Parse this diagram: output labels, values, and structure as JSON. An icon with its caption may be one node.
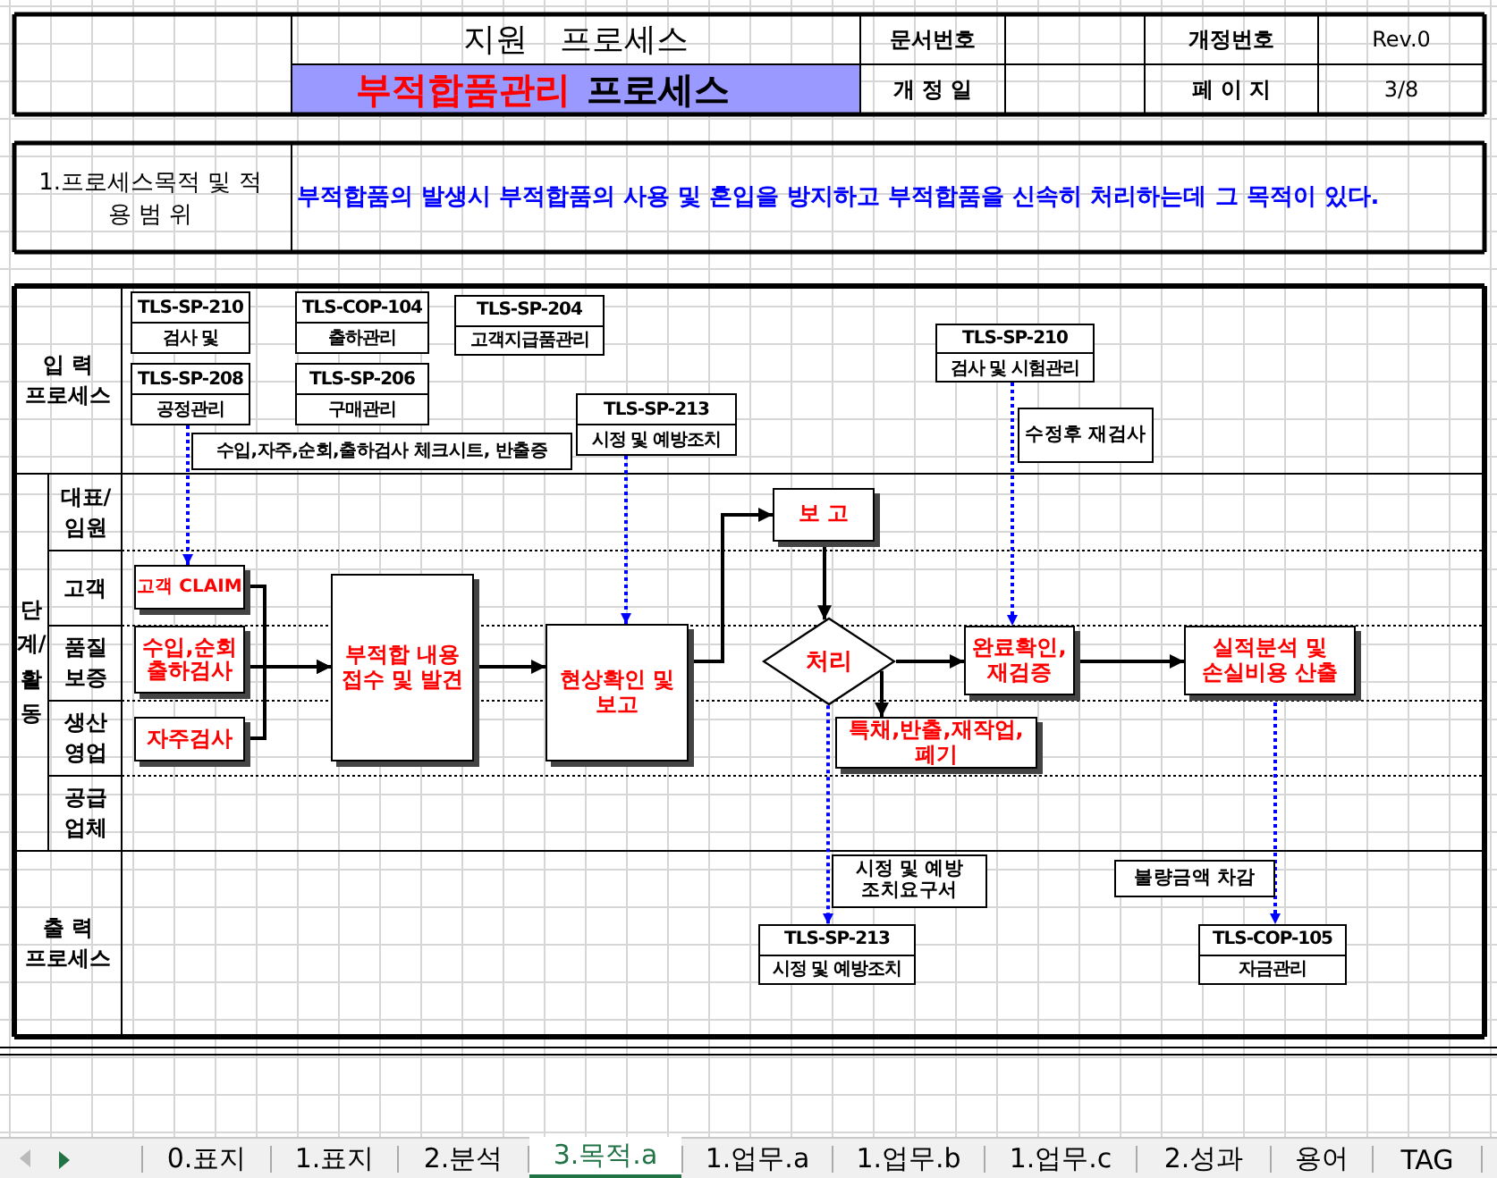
{
  "diagram": {
    "nodes": [
      {
        "text": [
          "TLS-SP-210",
          "검사 및"
        ]
      },
      {
        "text": [
          "TLS-COP-104",
          "출하관리"
        ]
      },
      {
        "text": [
          "TLS-SP-204",
          "고객지급품관리"
        ]
      },
      {
        "text": [
          "TLS-SP-208",
          "공정관리"
        ]
      },
      {
        "text": [
          "TLS-SP-206",
          "구매관리"
        ]
      },
      {
        "text": [
          "TLS-SP-213",
          "시정 및 예방조치"
        ]
      },
      {
        "text": [
          "수입,자주,순회,출하검사 체크시트, 반출증"
        ]
      },
      {
        "text": [
          "TLS-SP-210",
          "검사 및 시험관리"
        ]
      },
      {
        "text": [
          "수정후 재검사"
        ]
      },
      {
        "text": [
          "고객 CLAIM"
        ]
      },
      {
        "text": [
          "수입,순회 출하검사"
        ]
      },
      {
        "text": [
          "자주검사"
        ]
      },
      {
        "text": [
          "부적합 내용 접수 및 발견"
        ]
      },
      {
        "text": [
          "현상확인 및 보고"
        ]
      },
      {
        "text": [
          "보 고"
        ]
      },
      {
        "text": [
          "처리"
        ]
      },
      {
        "text": [
          "완료확인, 재검증"
        ]
      },
      {
        "text": [
          "실적분석 및 손실비용 산출"
        ]
      },
      {
        "text": [
          "특채,반출,재작업,폐기"
        ]
      },
      {
        "text": [
          "시정 및 예방 조치요구서"
        ]
      },
      {
        "text": [
          "불량금액 차감"
        ]
      },
      {
        "text": [
          "TLS-SP-213",
          "시정 및 예방조치"
        ]
      },
      {
        "text": [
          "TLS-COP-105",
          "자금관리"
        ]
      }
    ],
    "edges": [
      {
        "from": 3,
        "to": 9,
        "arrow": "to",
        "style": "dashed",
        "color": "#0000ff"
      },
      {
        "from": 5,
        "to": 13,
        "arrow": "to",
        "style": "dashed",
        "color": "#0000ff"
      },
      {
        "from": 7,
        "to": 16,
        "arrow": "to",
        "style": "dashed",
        "color": "#0000ff"
      },
      {
        "from": 9,
        "to": 12,
        "arrow": "to"
      },
      {
        "from": 10,
        "to": 12,
        "arrow": "to"
      },
      {
        "from": 11,
        "to": 12,
        "arrow": "to"
      },
      {
        "from": 12,
        "to": 13,
        "arrow": "to"
      },
      {
        "from": 13,
        "to": 14,
        "arrow": "to"
      },
      {
        "from": 14,
        "to": 15,
        "arrow": "to"
      },
      {
        "from": 15,
        "to": 16,
        "arrow": "to"
      },
      {
        "from": 15,
        "to": 18,
        "arrow": "to"
      },
      {
        "from": 16,
        "to": 17,
        "arrow": "to"
      },
      {
        "from": 15,
        "to": 21,
        "arrow": "to",
        "style": "dashed",
        "color": "#0000ff"
      },
      {
        "from": 17,
        "to": 22,
        "arrow": "to",
        "style": "dashed",
        "color": "#0000ff"
      }
    ],
    "labels": [
      "지원 프로세스",
      "문서번호",
      "개정번호",
      "Rev.0",
      "부적합품관리",
      "프로세스",
      "개 정 일",
      "페 이 지",
      "3/8",
      "1.프로세스목적 및 적 용 범 위",
      "부적합품의 발생시 부적합품의 사용 및 혼입을 방지하고 부적합품을 신속히 처리하는데 그 목적이 있다.",
      "입 력 프로세스",
      "단계/활동",
      "대표/ 임원",
      "고객",
      "품질 보증",
      "생산 영업",
      "공급 업체",
      "출 력 프로세스",
      "0.표지",
      "1.표지",
      "2.분석",
      "3.목적.a",
      "1.업무.a",
      "1.업무.b",
      "1.업무.c",
      "2.성과",
      "용어",
      "TAG"
    ]
  }
}
